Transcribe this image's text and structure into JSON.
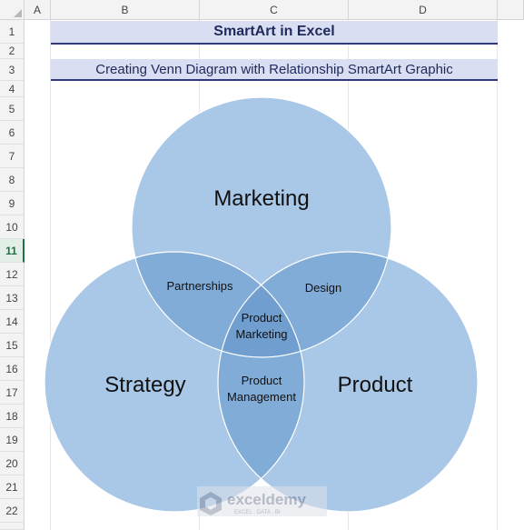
{
  "sheet": {
    "columns": [
      "A",
      "B",
      "C",
      "D"
    ],
    "rows": [
      "1",
      "2",
      "3",
      "4",
      "5",
      "6",
      "7",
      "8",
      "9",
      "10",
      "11",
      "12",
      "13",
      "14",
      "15",
      "16",
      "17",
      "18",
      "19",
      "20",
      "21",
      "22"
    ],
    "selected_row": "11"
  },
  "title": "SmartArt in Excel",
  "subtitle": "Creating Venn Diagram with Relationship SmartArt Graphic",
  "venn": {
    "circle_color": "#a9c7e7",
    "overlap_color": "#82acd8",
    "center_color": "#6f9ecf",
    "circles": {
      "top": "Marketing",
      "left": "Strategy",
      "right": "Product"
    },
    "overlaps": {
      "top_left": "Partnerships",
      "top_right": "Design",
      "center_line1": "Product",
      "center_line2": "Marketing",
      "left_right_line1": "Product",
      "left_right_line2": "Management"
    }
  },
  "watermark": {
    "name": "exceldemy",
    "tagline": "EXCEL · DATA · BI"
  }
}
